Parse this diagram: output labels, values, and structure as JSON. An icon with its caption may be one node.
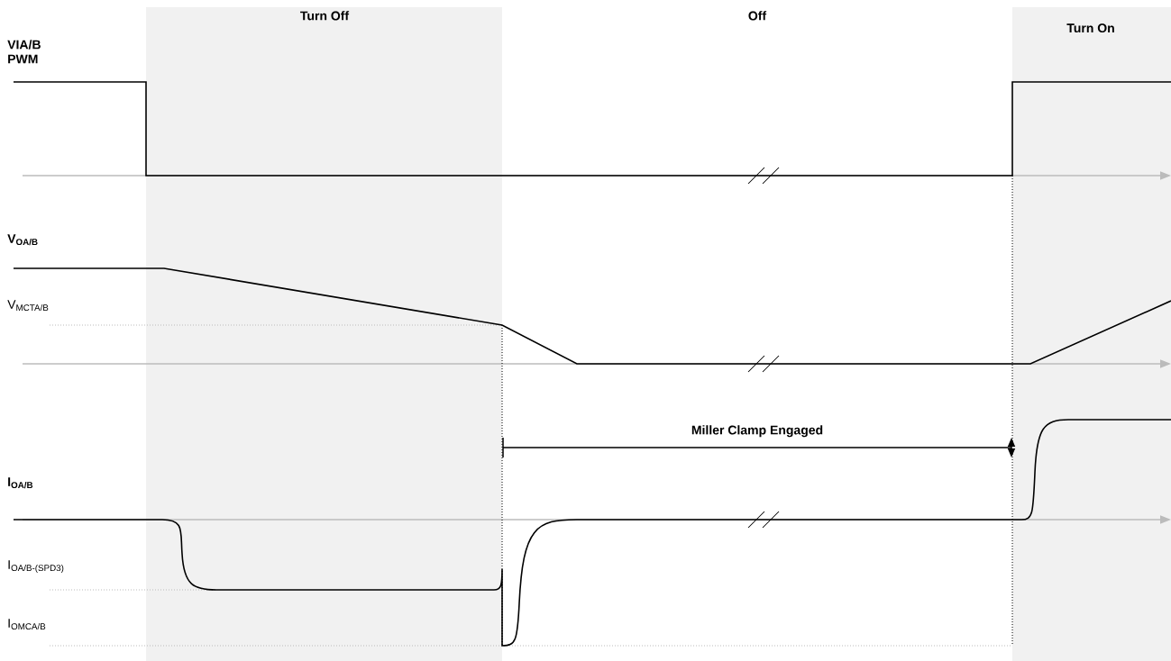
{
  "diagram": {
    "labels": [
      "Turn Off",
      "Off",
      "Turn On",
      "VIA/B PWM",
      "V$_{OA/B}$",
      "V$_{MCTA/B}$",
      "Miller Clamp Engaged",
      "I$_{OA/B}$",
      "I$_{OA/B-(SPD3)}$",
      "I$_{OMCA/B}$"
    ]
  }
}
